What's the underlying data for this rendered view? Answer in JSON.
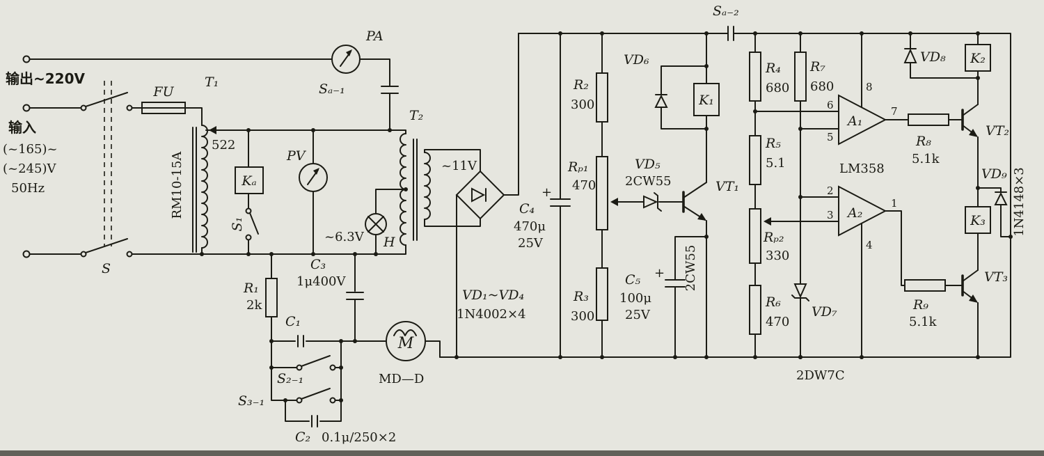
{
  "colors": {
    "ink": "#1b1b14",
    "paper": "#e6e6df"
  },
  "schematic": {
    "mains": {
      "output_label": "输出~220V",
      "input_label_1": "输入",
      "input_label_2": "(~165)~",
      "input_label_3": "(~245)V",
      "input_label_4": "50Hz",
      "switch": "S",
      "fuse": "FU",
      "fuse_type": "RM10-15A",
      "t1": "T₁",
      "t1_turns": "522",
      "relay_ka": "Kₐ",
      "s1": "S₁",
      "meter_pa": "PA",
      "contact_sa1": "Sₐ₋₁",
      "meter_pv": "PV",
      "lamp_voltage": "~6.3V",
      "lamp": "H"
    },
    "motor_drive": {
      "r1": "R₁",
      "r1_value": "2k",
      "c1": "C₁",
      "c3": "C₃",
      "c3_value": "1μ400V",
      "s21": "S₂₋₁",
      "s31": "S₃₋₁",
      "c2": "C₂",
      "c2_value": "0.1μ/250×2",
      "motor": "M",
      "motor_type": "MD—D"
    },
    "rectifier": {
      "t2": "T₂",
      "t2_voltage": "~11V",
      "diodes": "VD₁~VD₄",
      "diodes_type": "1N4002×4",
      "c4": "C₄",
      "c4_value": "470μ",
      "c4_voltage": "25V",
      "c4_plus": "+"
    },
    "sampling": {
      "r2": "R₂",
      "r2_value": "300",
      "rp1": "Rₚ₁",
      "rp1_value": "470",
      "r3": "R₃",
      "r3_value": "300",
      "vd5": "VD₅",
      "vd5_type": "2CW55",
      "vt1": "VT₁",
      "vt1_type": "2CW55",
      "c5": "C₅",
      "c5_value": "100μ",
      "c5_voltage": "25V",
      "c5_plus": "+",
      "vd6": "VD₆",
      "relay_k1": "K₁"
    },
    "comparator": {
      "contact_sa2": "Sₐ₋₂",
      "r4": "R₄",
      "r4_value": "680",
      "r5": "R₅",
      "r5_value": "5.1",
      "rp2": "Rₚ₂",
      "rp2_value": "330",
      "r6": "R₆",
      "r6_value": "470",
      "r7": "R₇",
      "r7_value": "680",
      "vd7": "VD₇",
      "vd7_type": "2DW7C",
      "a1": "A₁",
      "a2": "A₂",
      "ic_type": "LM358",
      "pin1": "1",
      "pin2": "2",
      "pin3": "3",
      "pin4": "4",
      "pin5": "5",
      "pin6": "6",
      "pin7": "7",
      "pin8": "8"
    },
    "output": {
      "r8": "R₈",
      "r8_value": "5.1k",
      "vt2": "VT₂",
      "vd8": "VD₈",
      "relay_k2": "K₂",
      "vd9": "VD₉",
      "relay_k3": "K₃",
      "diode_type": "1N4148×3",
      "r9": "R₉",
      "r9_value": "5.1k",
      "vt3": "VT₃"
    }
  }
}
